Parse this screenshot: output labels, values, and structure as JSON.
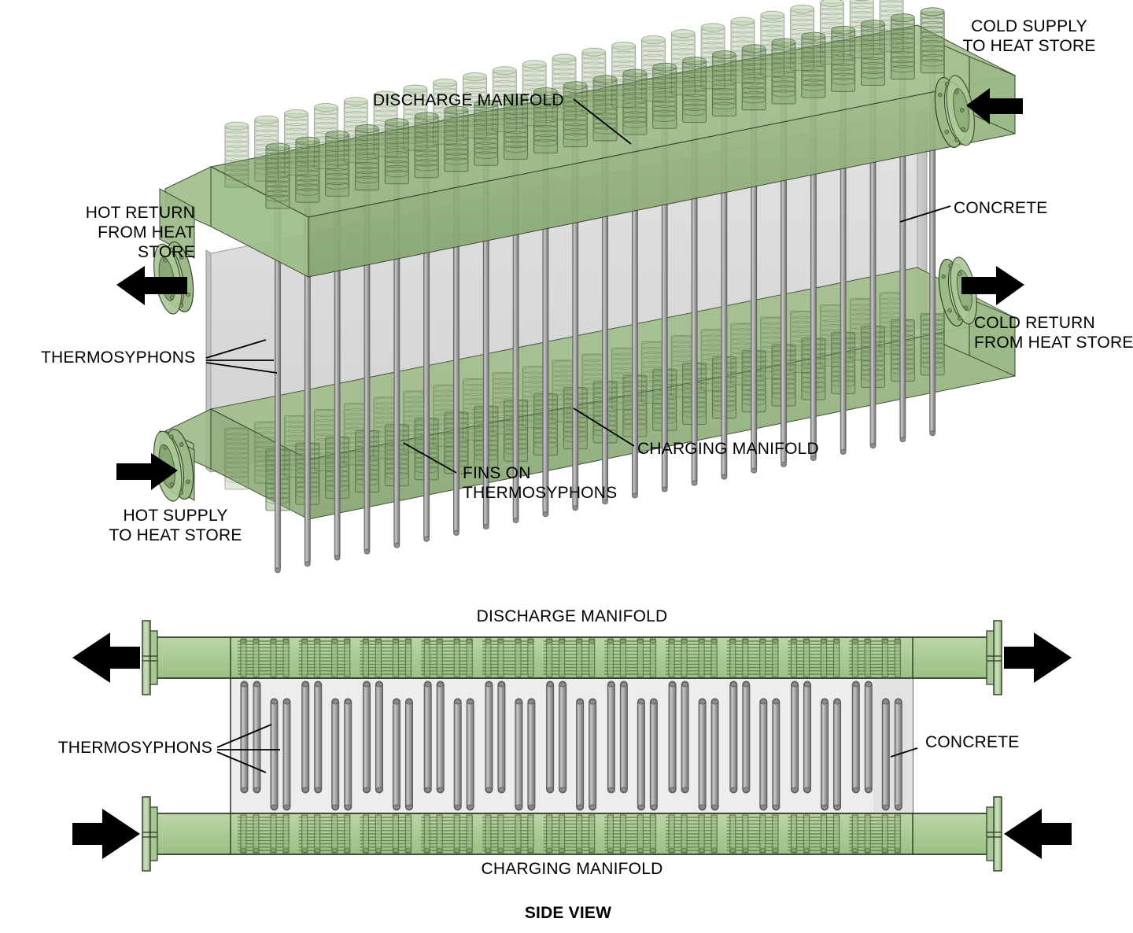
{
  "figure": {
    "title_bottom": "SIDE VIEW",
    "views": [
      "isometric-cutaway",
      "side-view"
    ]
  },
  "colors": {
    "manifold_green_fill": "#8fae7b",
    "manifold_green_light": "#a9c795",
    "manifold_green_dark": "#7b9b67",
    "manifold_edge": "#2d3a25",
    "concrete_gray": "#d6d6d6",
    "concrete_light": "#ececec",
    "tube_gray": "#9a9a9a",
    "tube_dark": "#6b6b6b",
    "arrow_black": "#000000",
    "text_black": "#000000",
    "leader_black": "#000000"
  },
  "iso_view": {
    "labels": {
      "cold_supply": "COLD SUPPLY\nTO HEAT STORE",
      "discharge_manifold": "DISCHARGE MANIFOLD",
      "concrete": "CONCRETE",
      "hot_return": "HOT RETURN\nFROM HEAT\nSTORE",
      "cold_return": "COLD RETURN\nFROM HEAT STORE",
      "thermosyphons": "THERMOSYPHONS",
      "charging_manifold": "CHARGING MANIFOLD",
      "fins_on_thermosyphons": "FINS ON\nTHERMOSYPHONS",
      "hot_supply": "HOT SUPPLY\nTO HEAT STORE"
    },
    "ports": [
      {
        "name": "cold-supply-port",
        "corner": "top-right",
        "flow": "in",
        "arrow": "left"
      },
      {
        "name": "hot-return-port",
        "corner": "top-left",
        "flow": "out",
        "arrow": "left"
      },
      {
        "name": "cold-return-port",
        "corner": "bottom-right",
        "flow": "out",
        "arrow": "right"
      },
      {
        "name": "hot-supply-port",
        "corner": "bottom-left",
        "flow": "in",
        "arrow": "right"
      }
    ],
    "thermosyphon_count": 23,
    "fin_stack_count": 23
  },
  "side_view": {
    "labels": {
      "discharge_manifold": "DISCHARGE MANIFOLD",
      "charging_manifold": "CHARGING MANIFOLD",
      "thermosyphons": "THERMOSYPHONS",
      "concrete": "CONCRETE",
      "side_view": "SIDE VIEW"
    },
    "ports": [
      {
        "name": "hot-return-port",
        "corner": "top-left",
        "arrow": "left"
      },
      {
        "name": "cold-supply-port",
        "corner": "top-right",
        "arrow": "left"
      },
      {
        "name": "hot-supply-port",
        "corner": "bottom-left",
        "arrow": "right"
      },
      {
        "name": "cold-return-port",
        "corner": "bottom-right",
        "arrow": "right"
      }
    ],
    "tube_group_count": 11,
    "fin_group_count": 11
  }
}
